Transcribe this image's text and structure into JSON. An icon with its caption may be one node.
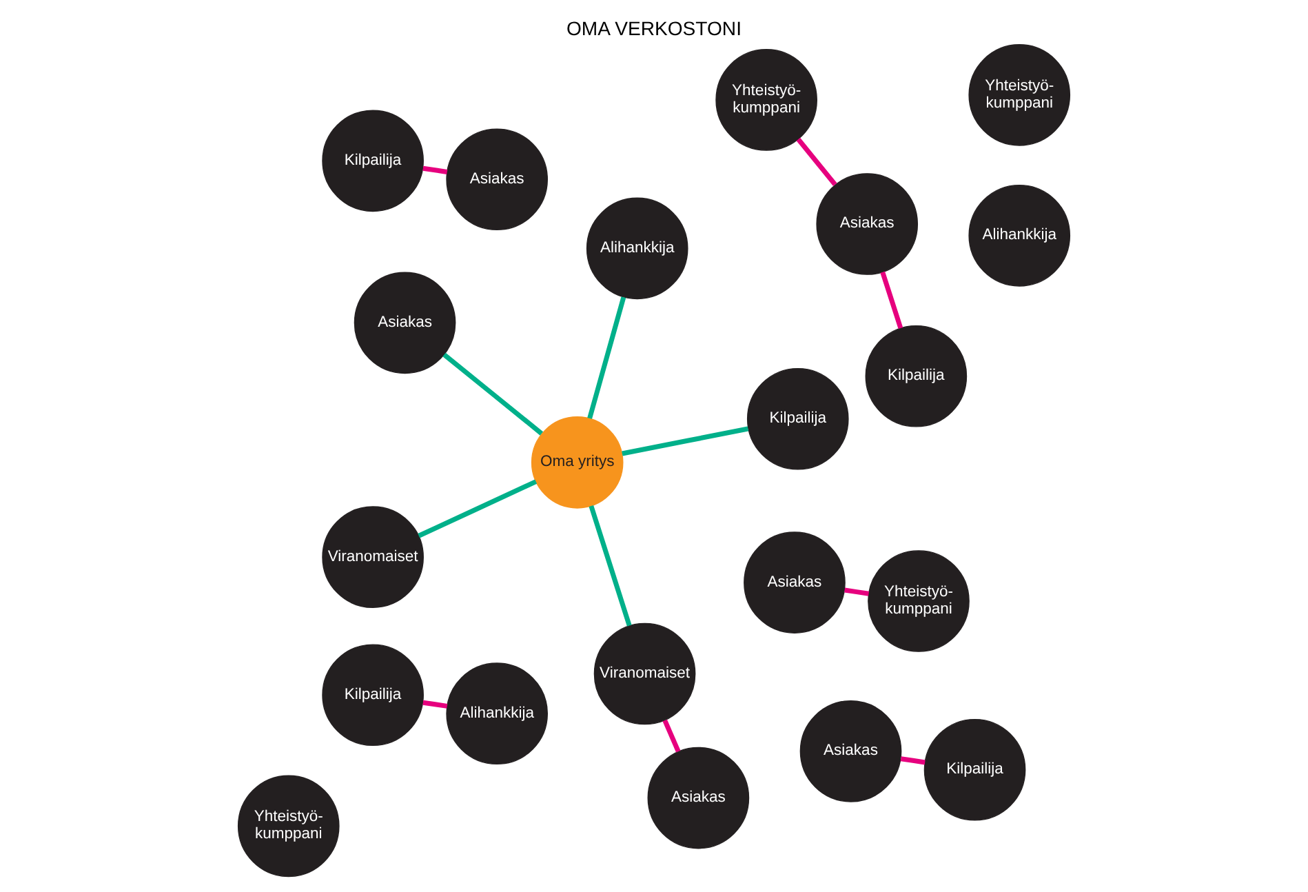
{
  "diagram": {
    "title": "OMA VERKOSTONI",
    "nodes": [
      {
        "text": [
          "Viranomaiset"
        ]
      },
      {
        "text": [
          "Asiakas"
        ]
      },
      {
        "text": [
          "Asiakas"
        ]
      },
      {
        "text": [
          "Yhteistyö- kumppani"
        ]
      },
      {
        "text": [
          "Kilpailija"
        ]
      },
      {
        "text": [
          "Asiakas"
        ]
      },
      {
        "text": [
          "Oma yritys"
        ]
      },
      {
        "text": [
          "Asiakas"
        ]
      },
      {
        "text": [
          "Alihankkija"
        ]
      },
      {
        "text": [
          "Kilpailija"
        ]
      },
      {
        "text": [
          "Alihankkija"
        ]
      },
      {
        "text": [
          "Yhteistyö- kumppani"
        ]
      },
      {
        "text": [
          "Yhteistyö- kumppani"
        ]
      },
      {
        "text": [
          "Asiakas"
        ]
      },
      {
        "text": [
          "Asiakas"
        ]
      },
      {
        "text": [
          "Kilpailija"
        ]
      },
      {
        "text": [
          "Kilpailija"
        ]
      },
      {
        "text": [
          "Alihankkija"
        ]
      },
      {
        "text": [
          "Kilpailija"
        ]
      },
      {
        "text": [
          "Yhteistyö- kumppani"
        ]
      },
      {
        "text": [
          "Viranomaiset"
        ]
      }
    ],
    "edges": [
      {
        "from": 6,
        "to": 0,
        "arrow": "none",
        "color": "#00b08a"
      },
      {
        "from": 6,
        "to": 16,
        "arrow": "none",
        "color": "#00b08a"
      },
      {
        "from": 6,
        "to": 7,
        "arrow": "none",
        "color": "#00b08a"
      },
      {
        "from": 6,
        "to": 17,
        "arrow": "none",
        "color": "#00b08a"
      },
      {
        "from": 6,
        "to": 20,
        "arrow": "none",
        "color": "#00b08a"
      },
      {
        "from": 0,
        "to": 1,
        "arrow": "none"
      },
      {
        "from": 2,
        "to": 3,
        "arrow": "none"
      },
      {
        "from": 4,
        "to": 5,
        "arrow": "none"
      },
      {
        "from": 9,
        "to": 10,
        "arrow": "none"
      },
      {
        "from": 12,
        "to": 13,
        "arrow": "none"
      },
      {
        "from": 13,
        "to": 18,
        "arrow": "none"
      },
      {
        "from": 14,
        "to": 15,
        "arrow": "none"
      }
    ]
  }
}
